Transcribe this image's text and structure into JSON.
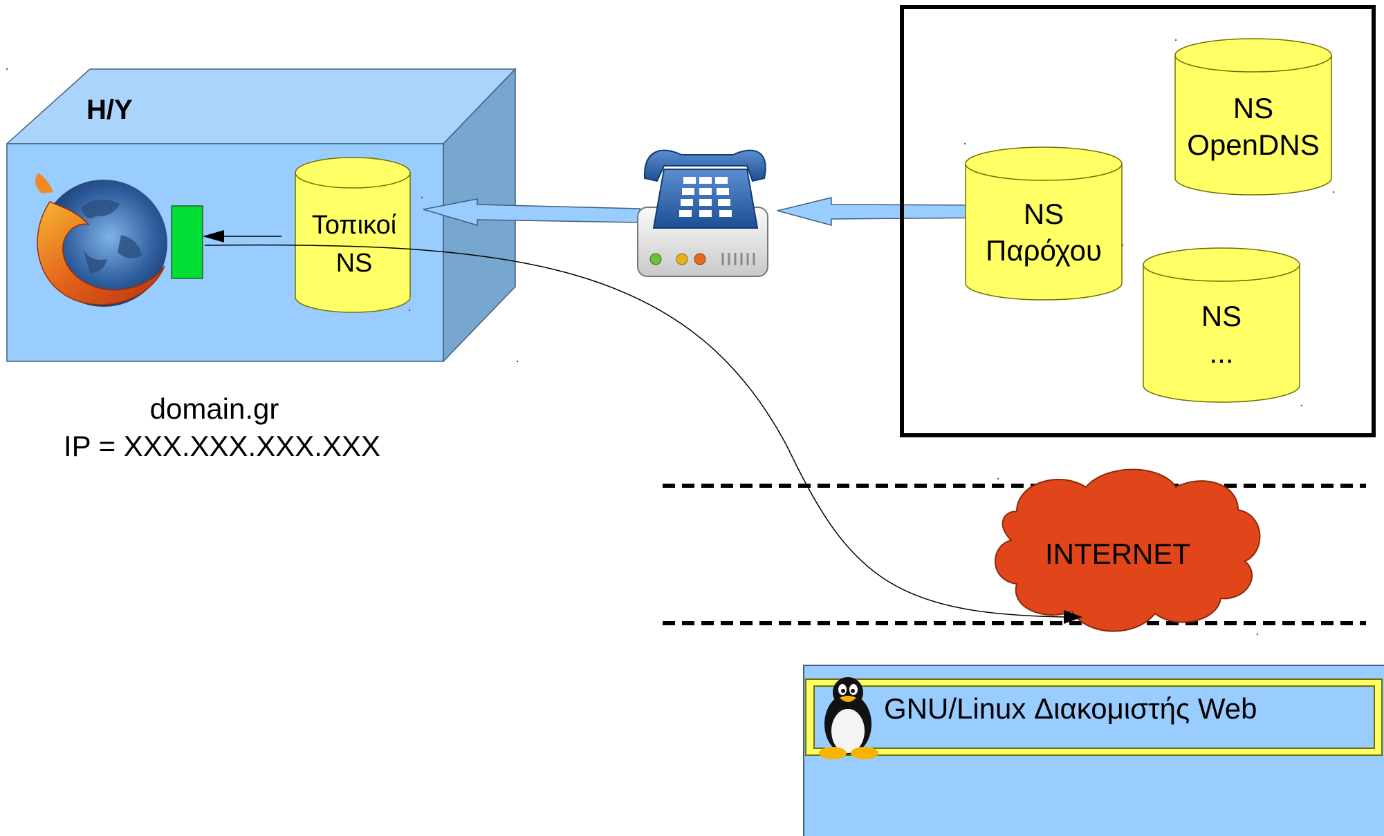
{
  "computer": {
    "label": "H/Y",
    "local_ns": {
      "line1": "Τοπικοί",
      "line2": "NS"
    },
    "browser_icon": "firefox-icon",
    "domain_caption": {
      "line1": "domain.gr",
      "line2": "IP = XXX.XXX.XXX.XXX"
    }
  },
  "modem_icon": "phone-modem-icon",
  "dns_servers": {
    "provider": {
      "line1": "NS",
      "line2": "Παρόχου"
    },
    "opendns": {
      "line1": "NS",
      "line2": "OpenDNS"
    },
    "other": {
      "line1": "NS",
      "line2": "..."
    }
  },
  "internet": {
    "label": "INTERNET"
  },
  "web_server": {
    "title": "GNU/Linux Διακομιστής Web",
    "icon": "tux-penguin-icon"
  },
  "colors": {
    "box_front": "#99ccff",
    "box_side": "#77a6cf",
    "box_top": "#aad4fb",
    "cylinder": "#ffff66",
    "green_plug": "#00dd33",
    "cloud": "#e0461a",
    "server_bar": "#ffff66"
  }
}
